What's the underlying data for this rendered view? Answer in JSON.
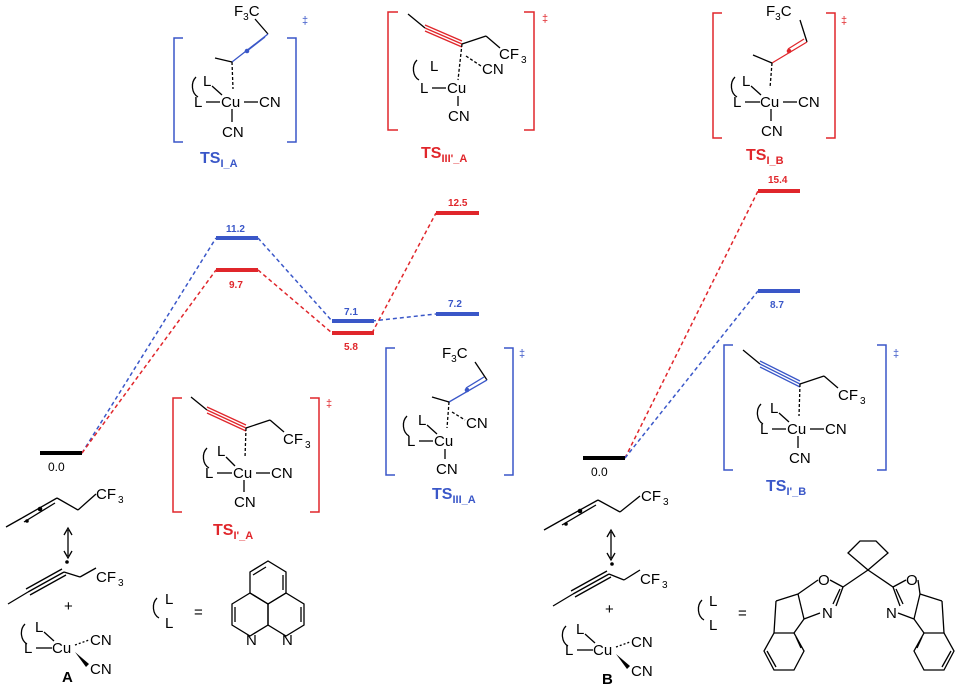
{
  "colors": {
    "blue": "#3a57c8",
    "red": "#e0262b",
    "black": "#000000"
  },
  "energies": {
    "left_start": "0.0",
    "ts_ia": "11.2",
    "ts_ipa": "9.7",
    "int_blue_mid": "7.1",
    "int_red_mid": "5.8",
    "ts_iiipa": "12.5",
    "ts_iiia_level": "7.2",
    "right_start": "0.0",
    "ts_ib": "15.4",
    "ts_ipb": "8.7"
  },
  "labels": {
    "ts_ia": {
      "main": "TS",
      "sub": "I_A"
    },
    "ts_iiipa": {
      "main": "TS",
      "sub": "III'_A"
    },
    "ts_ib": {
      "main": "TS",
      "sub": "I_B"
    },
    "ts_ipa": {
      "main": "TS",
      "sub": "I'_A"
    },
    "ts_iiia": {
      "main": "TS",
      "sub": "III_A"
    },
    "ts_ipb": {
      "main": "TS",
      "sub": "I'_B"
    },
    "complex_a": "A",
    "complex_b": "B"
  },
  "chem": {
    "cf3": "CF",
    "cf3_sub": "3",
    "f3c": "F",
    "f3c_sub": "3",
    "f3c_c": "C",
    "cu": "Cu",
    "cn": "CN",
    "l": "L",
    "n": "N",
    "o": "O",
    "plus": "+",
    "equals": "=",
    "dagger": "‡"
  }
}
